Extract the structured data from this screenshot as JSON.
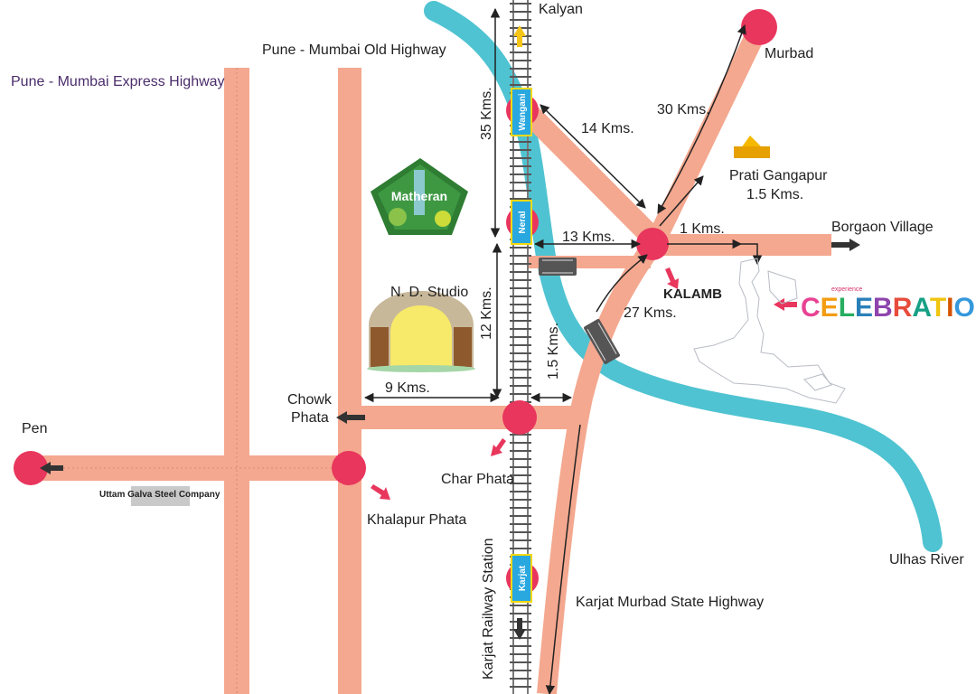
{
  "roads": {
    "expressway": "Pune - Mumbai Express Highway",
    "old_highway": "Pune - Mumbai Old Highway",
    "state_highway": "Karjat Murbad State Highway"
  },
  "places": {
    "kalyan": "Kalyan",
    "murbad": "Murbad",
    "prati_gangapur": "Prati Gangapur",
    "prati_gangapur_dist": "1.5 Kms.",
    "borgaon": "Borgaon Village",
    "kalamb": "KALAMB",
    "matheran": "Matheran",
    "nd_studio": "N. D. Studio",
    "chowk_phata_1": "Chowk",
    "chowk_phata_2": "Phata",
    "pen": "Pen",
    "uttam": "Uttam Galva Steel Company",
    "khalapur": "Khalapur Phata",
    "char_phata": "Char Phata",
    "karjat_station_label": "Karjat Railway Station",
    "ulhas_river": "Ulhas River"
  },
  "stations": {
    "wangani": "Wangani",
    "neral": "Neral",
    "karjat": "Karjat"
  },
  "distances": {
    "d35": "35 Kms.",
    "d14": "14 Kms.",
    "d30": "30 Kms.",
    "d13": "13 Kms.",
    "d1": "1 Kms.",
    "d27": "27 Kms.",
    "d12": "12 Kms.",
    "d15": "1.5 Kms.",
    "d9": "9 Kms."
  },
  "brand": {
    "small": "experience",
    "name": "CELEBRATIONS",
    "letter_colors": [
      "#e84393",
      "#f39c12",
      "#27ae60",
      "#2980b9",
      "#8e44ad",
      "#e74c3c",
      "#16a085",
      "#f1c40f",
      "#d35400",
      "#3498db",
      "#c0392b",
      "#2c3e50"
    ]
  },
  "colors": {
    "road": "#f4a88f",
    "river": "#4fc3d1",
    "node": "#e8365d",
    "rail": "#7a7a7a",
    "station": "#29a8e0"
  }
}
